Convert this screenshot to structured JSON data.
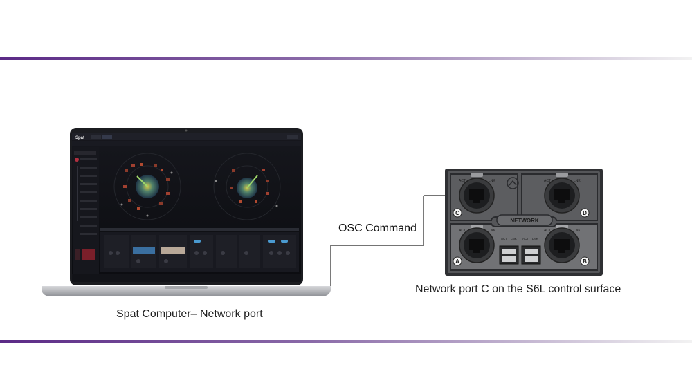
{
  "colors": {
    "band_start": "#5b2a86",
    "band_end": "#f2f2f2",
    "screen_bg": "#111217",
    "panel": "#5c5d60",
    "panel_dark": "#3a3b3e"
  },
  "connection_label": "OSC Command",
  "laptop": {
    "caption": "Spat Computer– Network port",
    "app_logo": "Spat"
  },
  "network_panel": {
    "caption": "Network port C on the S6L control surface",
    "title": "NETWORK",
    "ports": [
      "C",
      "D",
      "A",
      "B"
    ],
    "led_labels": [
      "ACT",
      "LNK"
    ]
  },
  "icons": [
    "laptop-icon",
    "ethernet-port-icon",
    "arrow-icon"
  ]
}
